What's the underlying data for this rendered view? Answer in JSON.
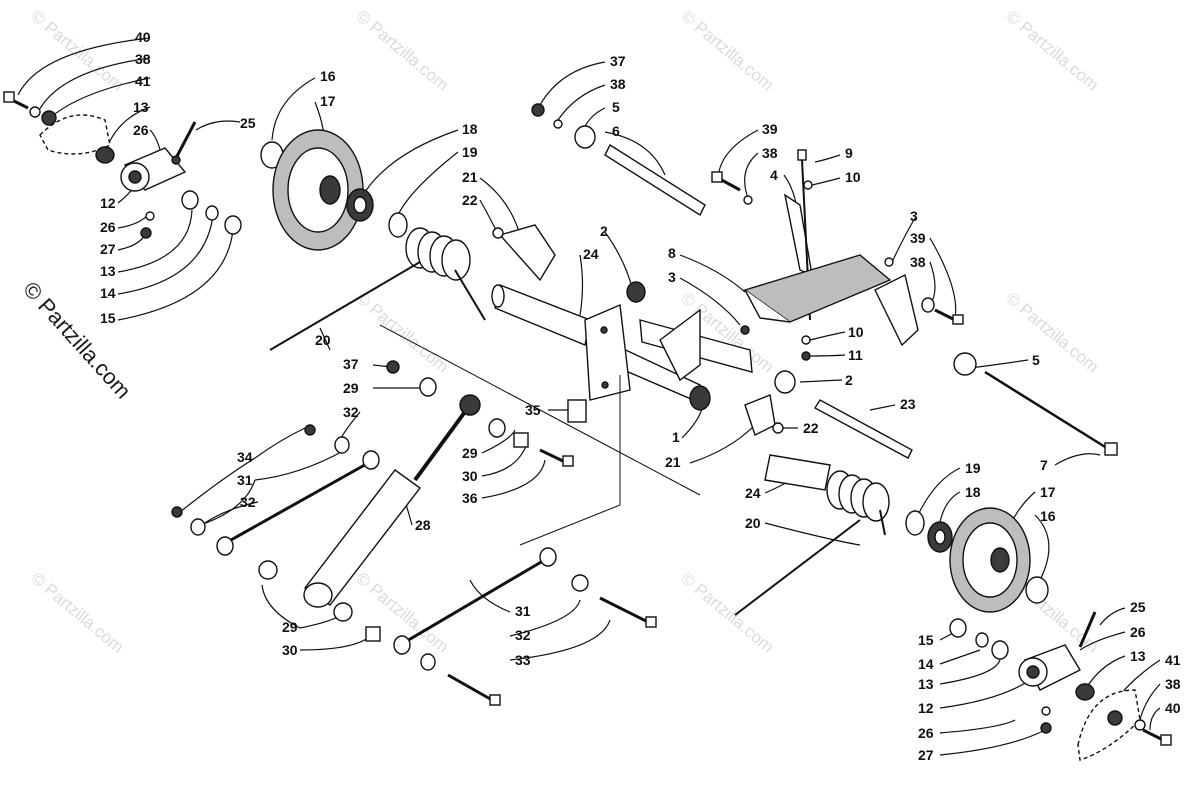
{
  "watermark": {
    "text": "© Partzilla.com",
    "side_text": "© Partzilla.com"
  },
  "labels": {
    "l40a": "40",
    "l38a": "38",
    "l41a": "41",
    "l13a": "13",
    "l26a": "26",
    "l25a": "25",
    "l12a": "12",
    "l26b": "26",
    "l27a": "27",
    "l13b": "13",
    "l14a": "14",
    "l15a": "15",
    "l16a": "16",
    "l17a": "17",
    "l18a": "18",
    "l19a": "19",
    "l21a": "21",
    "l22a": "22",
    "l20a": "20",
    "l37a": "37",
    "l38b": "38",
    "l5a": "5",
    "l6a": "6",
    "l39a": "39",
    "l38c": "38",
    "l4a": "4",
    "l9a": "9",
    "l10a": "10",
    "l2a": "2",
    "l24a": "24",
    "l8a": "8",
    "l3a": "3",
    "l3b": "3",
    "l39b": "39",
    "l38d": "38",
    "l10b": "10",
    "l11a": "11",
    "l5b": "5",
    "l37b": "37",
    "l29a": "29",
    "l32a": "32",
    "l35a": "35",
    "l1a": "1",
    "l21b": "21",
    "l2b": "2",
    "l23a": "23",
    "l22b": "22",
    "l34a": "34",
    "l31a": "31",
    "l32b": "32",
    "l29b": "29",
    "l30a": "30",
    "l36a": "36",
    "l28a": "28",
    "l7a": "7",
    "l24b": "24",
    "l20b": "20",
    "l19b": "19",
    "l18b": "18",
    "l17b": "17",
    "l16b": "16",
    "l29c": "29",
    "l30b": "30",
    "l31b": "31",
    "l32c": "32",
    "l33a": "33",
    "l25b": "25",
    "l15b": "15",
    "l26c": "26",
    "l14b": "14",
    "l13c": "13",
    "l12b": "12",
    "l41b": "41",
    "l38e": "38",
    "l40b": "40",
    "l13d": "13",
    "l26d": "26",
    "l27b": "27"
  }
}
